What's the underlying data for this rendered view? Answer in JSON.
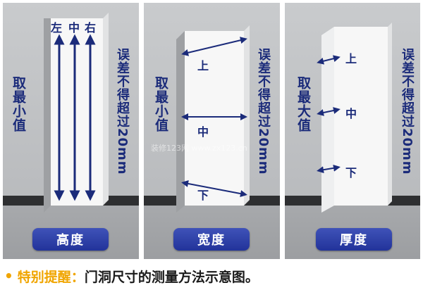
{
  "panels": [
    {
      "left_label": "取最小值",
      "right_note": "误差不得超过20mm",
      "positions": [
        "左",
        "中",
        "右"
      ],
      "button": "高度"
    },
    {
      "left_label": "取最小值",
      "right_note": "误差不得超过20mm",
      "positions": [
        "上",
        "中",
        "下"
      ],
      "button": "宽度"
    },
    {
      "left_label": "取最大值",
      "right_note": "误差不得超过20mm",
      "positions": [
        "上",
        "中",
        "下"
      ],
      "button": "厚度"
    }
  ],
  "watermark": "装修123网 www.zx123.cn",
  "caption": {
    "bullet": "•",
    "highlight": "特别提醒：",
    "text": "门洞尺寸的测量方法示意图。"
  },
  "colors": {
    "accent": "#1b2b7a",
    "button": "#2a3ca6",
    "highlight": "#f0a500"
  }
}
